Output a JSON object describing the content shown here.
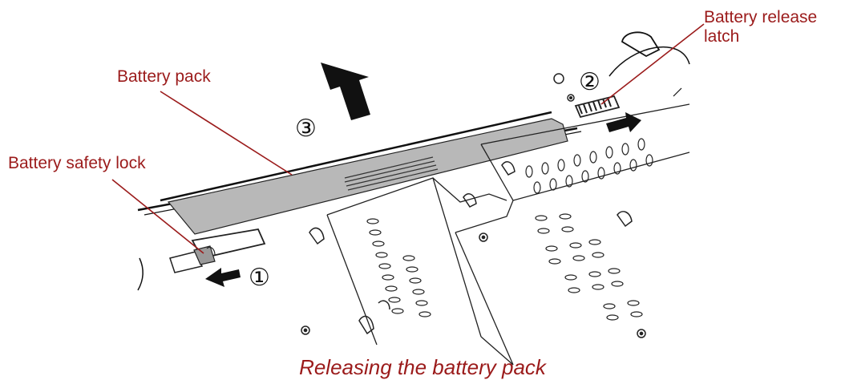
{
  "labels": {
    "battery_pack": "Battery pack",
    "battery_safety_lock": "Battery safety lock",
    "battery_release_latch_line1": "Battery release",
    "battery_release_latch_line2": "latch"
  },
  "steps": {
    "step1": "①",
    "step2": "②",
    "step3": "③"
  },
  "caption": "Releasing the battery pack",
  "colors": {
    "label_red": "#9b1b1b",
    "pack_gray": "#b8b8b8",
    "line_black": "#111111"
  }
}
